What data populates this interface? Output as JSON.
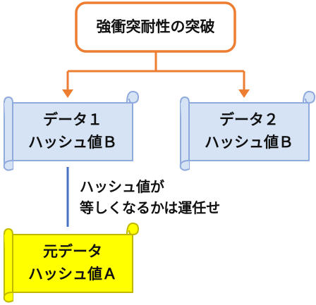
{
  "title": "強衝突耐性の突破",
  "colors": {
    "accent": "#ed7d31",
    "scroll_fill": "#d6e3f5",
    "scroll_edge": "#8faadc",
    "original_fill": "#ffff00",
    "original_edge": "#bfb800",
    "note_line": "#4472c4"
  },
  "nodes": {
    "data1": {
      "line1": "データ１",
      "line2": "ハッシュ値Ｂ"
    },
    "data2": {
      "line1": "データ２",
      "line2": "ハッシュ値Ｂ"
    },
    "original": {
      "line1": "元データ",
      "line2": "ハッシュ値Ａ"
    }
  },
  "note": {
    "line1": "ハッシュ値が",
    "line2": "等しくなるかは運任せ"
  }
}
